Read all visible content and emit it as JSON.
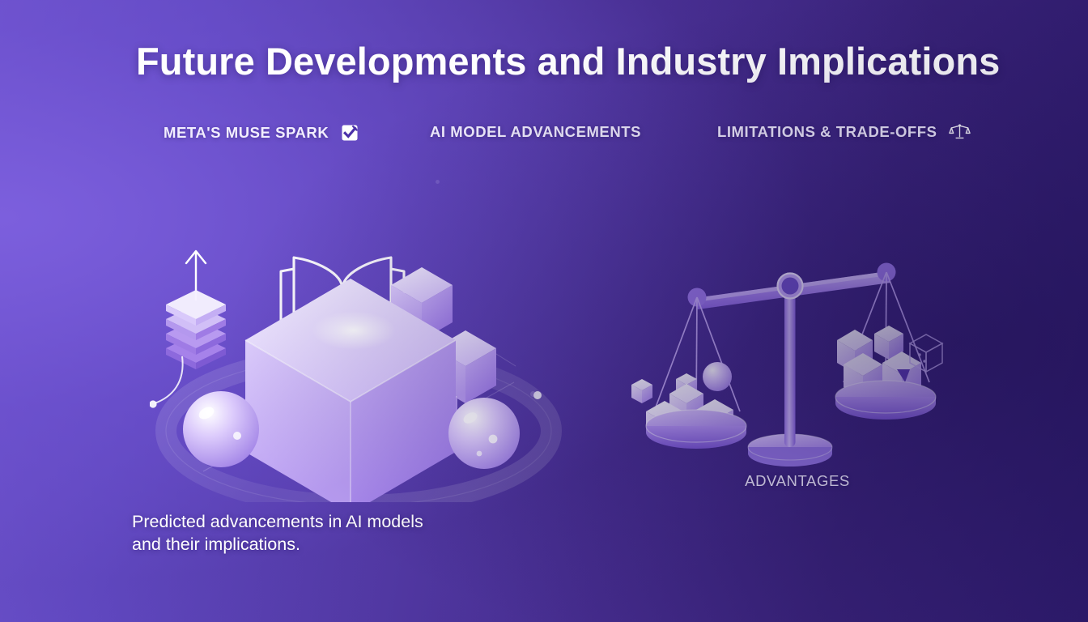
{
  "slide": {
    "title": "Future Developments and Industry Implications",
    "background": {
      "gradient_from": "#6f54cf",
      "gradient_to": "#2a1a6c"
    }
  },
  "headers": [
    {
      "label": "META'S MUSE SPARK",
      "icon": "checkbox-checked-icon",
      "has_icon": true
    },
    {
      "label": "AI MODEL ADVANCEMENTS",
      "icon": "",
      "has_icon": false
    },
    {
      "label": "LIMITATIONS & TRADE-OFFS",
      "icon": "balance-scale-icon",
      "has_icon": true
    }
  ],
  "left_panel": {
    "caption": "Predicted advancements in AI models and their implications.",
    "illustration": "isometric-cubes-and-open-book",
    "elements": [
      "open-book-outline",
      "large-glowing-cube",
      "small-cubes",
      "spheres",
      "stacked-layers",
      "up-arrow",
      "orbit-track"
    ]
  },
  "right_panel": {
    "pan_label": "ADVANTAGES",
    "illustration": "balance-scale-with-cubes",
    "elements": [
      "scale-beam",
      "scale-pivot",
      "scale-base",
      "left-pan",
      "right-pan",
      "cube-weights",
      "wireframe-cube"
    ]
  },
  "colors": {
    "text_primary": "#ffffff",
    "text_muted": "#f2eeff",
    "accent_light": "#cdb8ff",
    "accent_mid": "#9b7bf0",
    "cube_fill": "#b99cf5"
  }
}
